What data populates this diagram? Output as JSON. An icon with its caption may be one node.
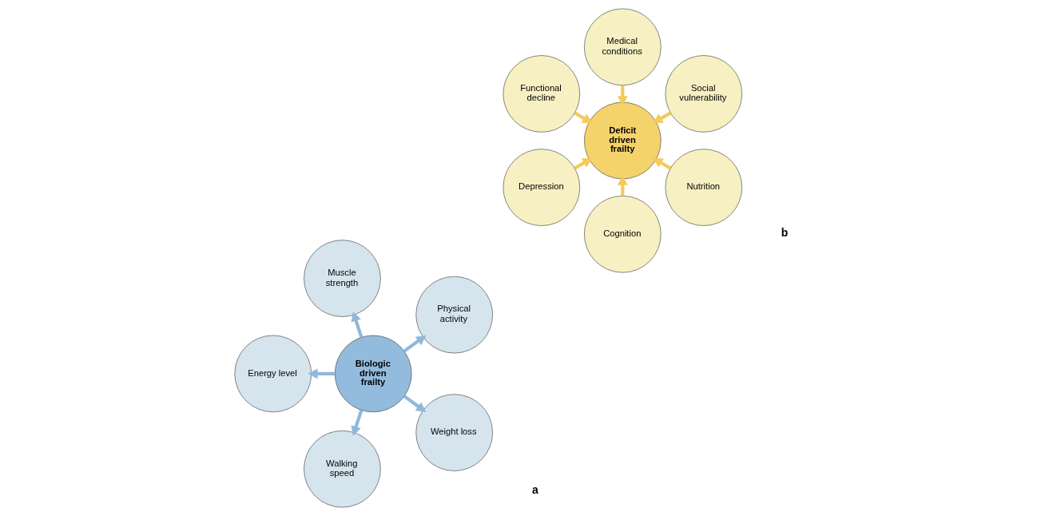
{
  "diagram": {
    "nodes": [
      {
        "text": [
          "Biologic driven frailty"
        ]
      },
      {
        "text": [
          "Physical activity"
        ]
      },
      {
        "text": [
          "Muscle strength"
        ]
      },
      {
        "text": [
          "Energy level"
        ]
      },
      {
        "text": [
          "Walking speed"
        ]
      },
      {
        "text": [
          "Weight loss"
        ]
      },
      {
        "text": [
          "Deficit driven frailty"
        ]
      },
      {
        "text": [
          "Social vulnerability"
        ]
      },
      {
        "text": [
          "Medical conditions"
        ]
      },
      {
        "text": [
          "Functional decline"
        ]
      },
      {
        "text": [
          "Depression"
        ]
      },
      {
        "text": [
          "Cognition"
        ]
      },
      {
        "text": [
          "Nutrition"
        ]
      }
    ],
    "edges": [
      {
        "from": 0,
        "to": 1,
        "arrow": "to",
        "color": "#8fb8dc"
      },
      {
        "from": 0,
        "to": 2,
        "arrow": "to",
        "color": "#8fb8dc"
      },
      {
        "from": 0,
        "to": 3,
        "arrow": "to",
        "color": "#8fb8dc"
      },
      {
        "from": 0,
        "to": 4,
        "arrow": "to",
        "color": "#8fb8dc"
      },
      {
        "from": 0,
        "to": 5,
        "arrow": "to",
        "color": "#8fb8dc"
      },
      {
        "from": 7,
        "to": 6,
        "arrow": "to",
        "color": "#f5c95a"
      },
      {
        "from": 8,
        "to": 6,
        "arrow": "to",
        "color": "#f5c95a"
      },
      {
        "from": 9,
        "to": 6,
        "arrow": "to",
        "color": "#f5c95a"
      },
      {
        "from": 10,
        "to": 6,
        "arrow": "to",
        "color": "#f5c95a"
      },
      {
        "from": 11,
        "to": 6,
        "arrow": "to",
        "color": "#f5c95a"
      },
      {
        "from": 12,
        "to": 6,
        "arrow": "to",
        "color": "#f5c95a"
      }
    ],
    "labels": [
      "a",
      "b"
    ]
  }
}
